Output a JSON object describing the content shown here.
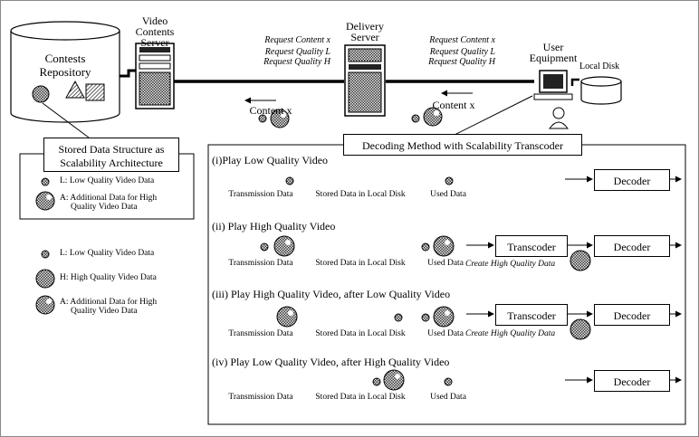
{
  "repository": {
    "label_line1": "Contests",
    "label_line2": "Repository"
  },
  "video_server": {
    "line1": "Video",
    "line2": "Contents",
    "line3": "Server"
  },
  "delivery_server": {
    "line1": "Delivery",
    "line2": "Server"
  },
  "user_equipment": {
    "line1": "User",
    "line2": "Equipment",
    "local_disk": "Local Disk"
  },
  "requests_left": [
    "Request Content x",
    "Request Quality L",
    "Request Quality H"
  ],
  "requests_right": [
    "Request Content x",
    "Request Quality L",
    "Request Quality H"
  ],
  "content_label": "Content x",
  "stored_structure": {
    "title_line1": "Stored Data Structure as",
    "title_line2": "Scalability Architecture",
    "low_label": "L: Low Quality Video Data",
    "add_label_line1": "A: Additional Data for High",
    "add_label_line2": "Quality Video Data"
  },
  "legend": {
    "low": "L: Low Quality Video Data",
    "high": "H: High Quality Video Data",
    "add_line1": "A: Additional Data for High",
    "add_line2": "Quality Video Data"
  },
  "decoding_title": "Decoding Method with Scalability Transcoder",
  "col_labels": {
    "transmission": "Transmission Data",
    "stored": "Stored Data in Local Disk",
    "used": "Used Data"
  },
  "decoder_label": "Decoder",
  "transcoder_label": "Transcoder",
  "create_label": "Create High Quality Data",
  "scenarios": [
    {
      "title": "(i)Play Low Quality Video"
    },
    {
      "title": "(ii) Play High Quality Video"
    },
    {
      "title": "(iii) Play High Quality Video, after Low Quality Video"
    },
    {
      "title": "(iv) Play Low Quality Video, after High Quality Video"
    }
  ]
}
